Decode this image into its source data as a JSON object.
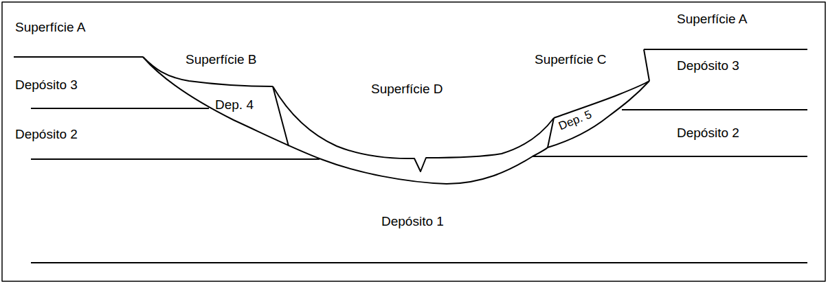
{
  "diagram": {
    "labels": [
      "Superfície A",
      "Superfície B",
      "Superfície C",
      "Superfície A",
      "Depósito 3",
      "Superfície D",
      "Depósito 3",
      "Dep. 4",
      "Dep. 5",
      "Depósito 2",
      "Depósito 2",
      "Depósito 1"
    ]
  }
}
